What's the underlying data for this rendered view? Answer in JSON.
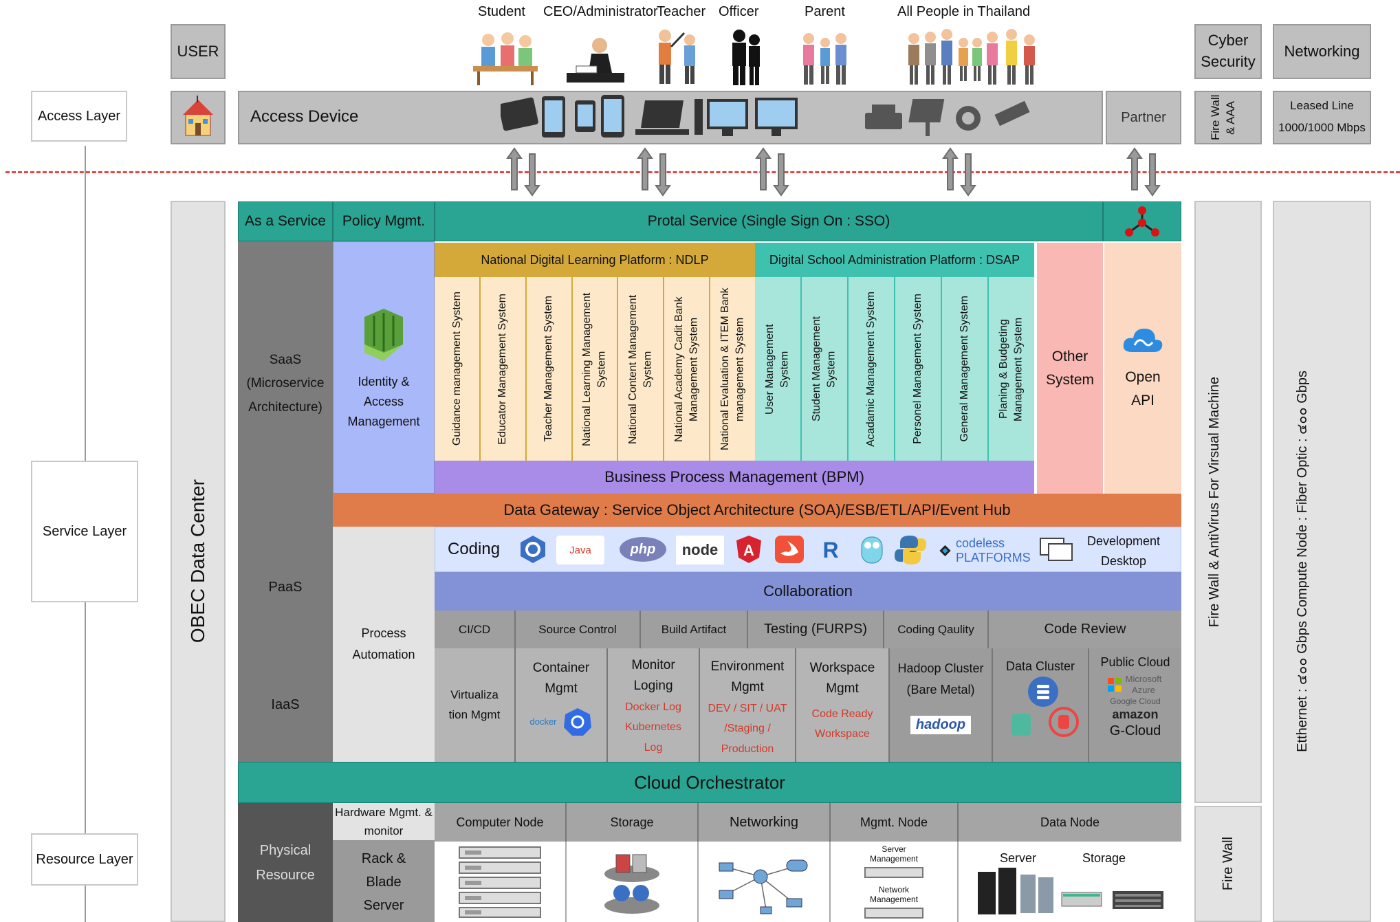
{
  "layers": {
    "access": "Access Layer",
    "service": "Service Layer",
    "resource": "Resource Layer"
  },
  "user_box": "USER",
  "users": [
    {
      "label": "Student",
      "icon": "students-icon"
    },
    {
      "label": "CEO/Administrator",
      "icon": "administrator-icon"
    },
    {
      "label": "Teacher",
      "icon": "teacher-icon"
    },
    {
      "label": "Officer",
      "icon": "officer-icon"
    },
    {
      "label": "Parent",
      "icon": "parent-icon"
    },
    {
      "label": "All People in Thailand",
      "icon": "people-icon"
    }
  ],
  "cyber_security": "Cyber Security",
  "networking_top": "Networking",
  "access_device": "Access Device",
  "partner": "Partner",
  "firewall_aaa": "Fire Wall & AAA",
  "leased_line": "Leased Line",
  "leased_speed": "1000/1000 Mbps",
  "data_center": "OBEC Data Center",
  "as_a_service": "As a Service",
  "policy_mgmt": "Policy Mgmt.",
  "portal_service": "Protal Service (Single Sign On : SSO)",
  "saas": "SaaS (Microservice Architecture)",
  "iam": "Identity & Access Management",
  "ndlp": "National Digital Learning Platform : NDLP",
  "dsap": "Digital School Administration Platform : DSAP",
  "ndlp_systems": [
    "Guidance management  System",
    "Educator Management System",
    "Teacher Management System",
    "National Learning Management System",
    "National Content Management System",
    "National Academy Cadit Bank Management System",
    "National Evaluation & ITEM Bank management System"
  ],
  "dsap_systems": [
    "User Management System",
    "Student Management System",
    "Acadamic Management System",
    "Personel Management System",
    "General Management System",
    "Planing & Budgeting Management System"
  ],
  "other_system": "Other System",
  "open_api": "Open API",
  "bpm": "Business Process Management (BPM)",
  "data_gateway": "Data Gateway : Service Object Architecture (SOA)/ESB/ETL/API/Event Hub",
  "paas": "PaaS",
  "process_automation": "Process Automation",
  "coding": "Coding",
  "coding_tools": [
    "Java",
    "php",
    "node",
    "R",
    "codeless PLATFORMS"
  ],
  "dev_desktop": "Development Desktop",
  "collaboration": "Collaboration",
  "devops": [
    "CI/CD",
    "Source Control",
    "Build Artifact",
    "Testing (FURPS)",
    "Coding Qaulity",
    "Code Review"
  ],
  "iaas": "IaaS",
  "virtualization": "Virtualiza tion Mgmt",
  "container_mgmt": "Container Mgmt",
  "docker": "docker",
  "monitor_title": "Monitor Loging",
  "monitor_items": "Docker Log Kubernetes Log",
  "env_title": "Environment Mgmt",
  "env_items": "DEV / SIT / UAT /Staging / Production",
  "workspace_title": "Workspace Mgmt",
  "workspace_items": "Code Ready Workspace",
  "hadoop_title": "Hadoop Cluster (Bare Metal)",
  "hadoop_logo": "hadoop",
  "data_cluster": "Data Cluster",
  "public_cloud": "Public Cloud",
  "cloud_vendors": [
    "Microsoft Azure",
    "Google Cloud",
    "amazon",
    "G-Cloud"
  ],
  "cloud_orchestrator": "Cloud Orchestrator",
  "physical_resource": "Physical Resource",
  "hw_mgmt": "Hardware Mgmt. & monitor",
  "rack_blade": "Rack & Blade Server",
  "resource_cols": [
    "Computer Node",
    "Storage",
    "Networking",
    "Mgmt. Node",
    "Data Node"
  ],
  "server_mgmt": "Server Management",
  "network_mgmt": "Network Management",
  "data_node_server": "Server",
  "data_node_storage": "Storage",
  "right1_upper": "Fire Wall & AntiVirus For Virsual Machine",
  "right1_lower": "Fire Wall",
  "right2": "Etthernet : ๔๐๐ Gbps  Compute Node : Fiber  Optic : ๔๐๐ Gbps",
  "colors": {
    "teal": "#2aa493",
    "ndlp_header": "#d4a93a",
    "ndlp_cell": "#fde9c9",
    "dsap_header": "#3fc1b0",
    "dsap_cell": "#a8e6dc",
    "iam": "#a9b8f8",
    "other": "#f9b8b4",
    "openapi": "#fbd9c2",
    "bpm": "#a98be8",
    "gateway": "#e07b4a",
    "coding": "#d9e4ff",
    "collaboration": "#8391d6"
  }
}
